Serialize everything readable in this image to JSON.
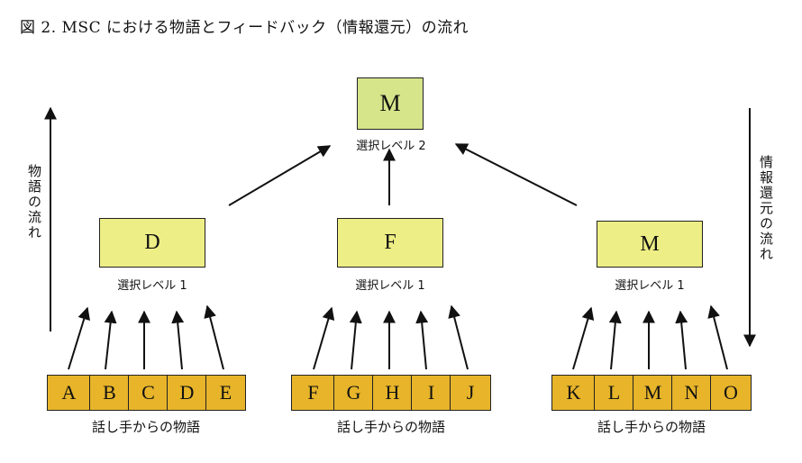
{
  "title": "図 2.  MSC における物語とフィードバック（情報還元）の流れ",
  "top_node": {
    "label": "M",
    "caption": "選択レベル 2"
  },
  "mid_nodes": [
    {
      "label": "D",
      "caption": "選択レベル 1"
    },
    {
      "label": "F",
      "caption": "選択レベル 1"
    },
    {
      "label": "M",
      "caption": "選択レベル 1"
    }
  ],
  "groups": [
    {
      "cells": [
        "A",
        "B",
        "C",
        "D",
        "E"
      ],
      "caption": "話し手からの物語"
    },
    {
      "cells": [
        "F",
        "G",
        "H",
        "I",
        "J"
      ],
      "caption": "話し手からの物語"
    },
    {
      "cells": [
        "K",
        "L",
        "M",
        "N",
        "O"
      ],
      "caption": "話し手からの物語"
    }
  ],
  "left_side_text": "物語の流れ",
  "right_side_text": "情報還元の流れ",
  "colors": {
    "top_box": "#d6e48a",
    "mid_box": "#eeee86",
    "cell": "#e7b42a"
  }
}
